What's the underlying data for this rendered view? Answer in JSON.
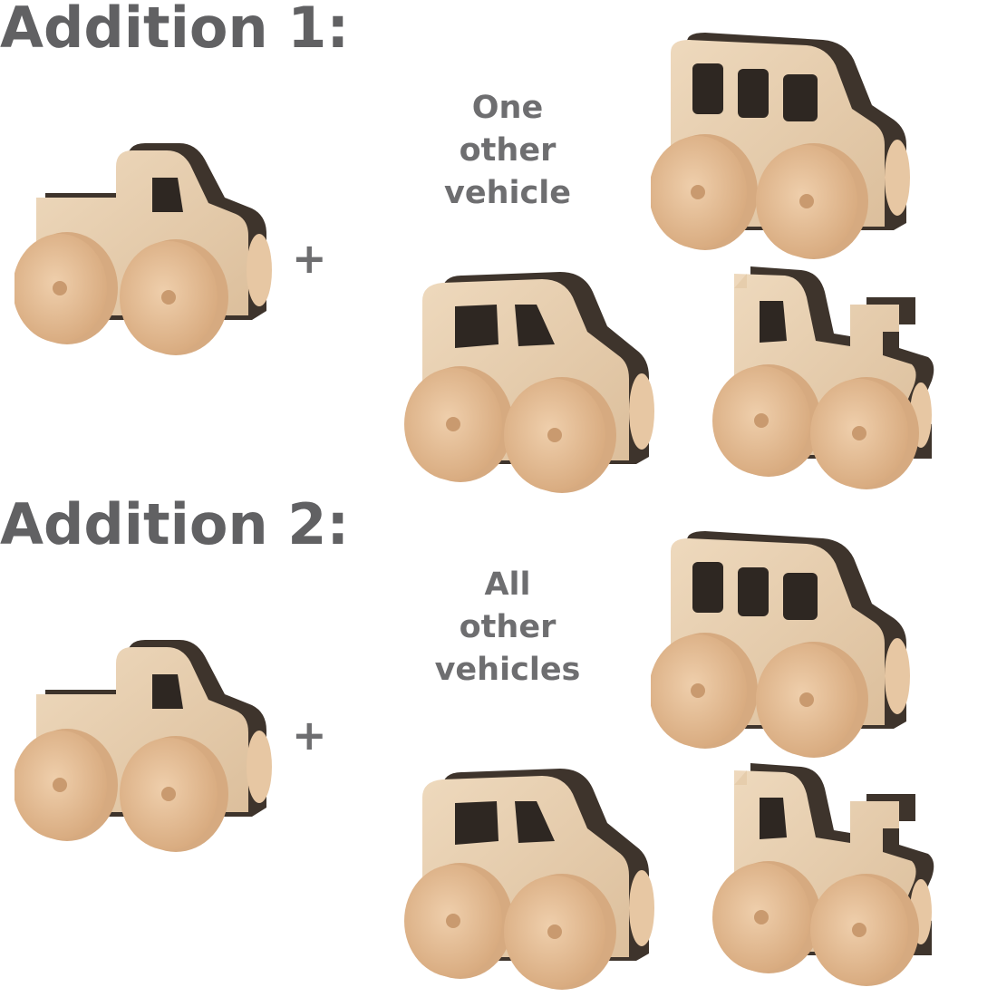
{
  "section1": {
    "heading": "Addition 1:",
    "plus": "+",
    "caption": [
      "One",
      "other",
      "vehicle"
    ]
  },
  "section2": {
    "heading": "Addition 2:",
    "plus": "+",
    "caption": [
      "All",
      "other",
      "vehicles"
    ]
  },
  "colors": {
    "text": "#616163",
    "wood_light": "#e9d3b6",
    "wood_edge": "#c9a47c",
    "dark_stain": "#3e342c",
    "wheel_face": "#e3bc95",
    "wheel_side": "#d6aa80"
  },
  "icons": [
    "pickup-truck-toy",
    "bus-toy",
    "car-toy",
    "train-toy"
  ]
}
